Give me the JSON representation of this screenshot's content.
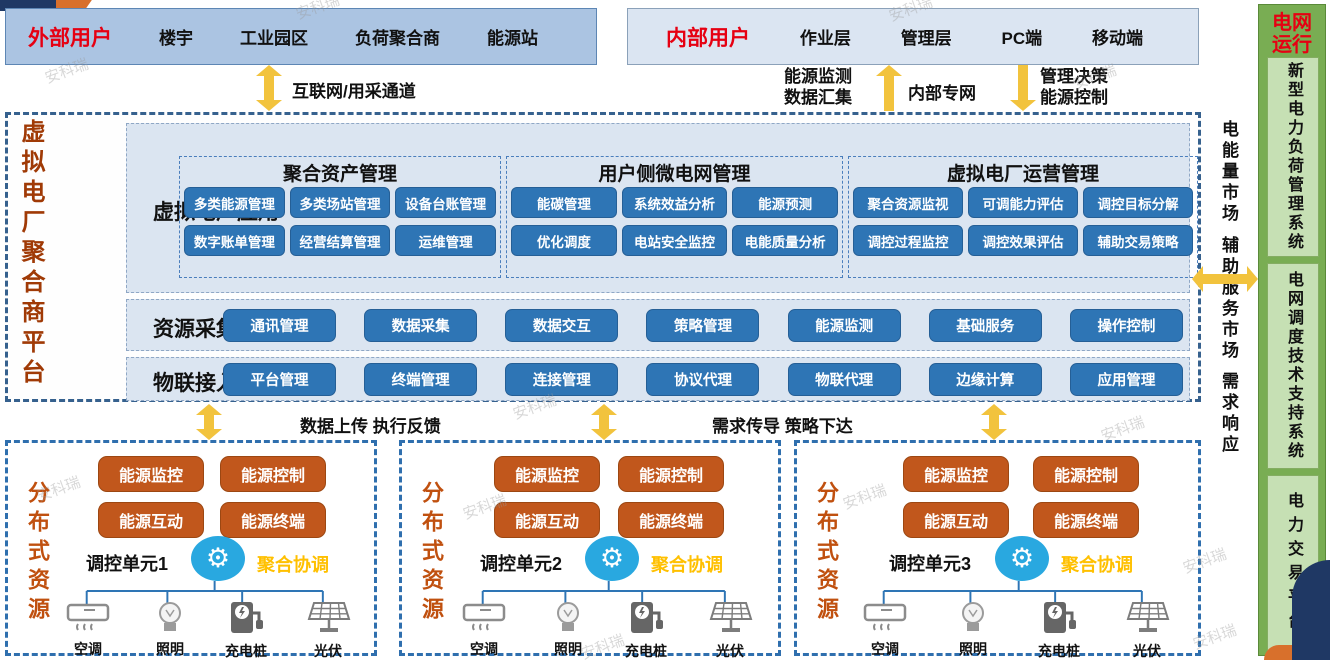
{
  "watermark": {
    "text": "安科瑞"
  },
  "top": {
    "external": {
      "title": "外部用户",
      "items": [
        "楼宇",
        "工业园区",
        "负荷聚合商",
        "能源站"
      ]
    },
    "internal": {
      "title": "内部用户",
      "items": [
        "作业层",
        "管理层",
        "PC端",
        "移动端"
      ]
    }
  },
  "links": {
    "internet_channel": "互联网/用采通道",
    "monitor_lines": [
      "能源监测",
      "数据汇集"
    ],
    "intranet": "内部专网",
    "decision_lines": [
      "管理决策",
      "能源控制"
    ],
    "upload_feedback": "数据上传 执行反馈",
    "demand_strategy": "需求传导 策略下达"
  },
  "platform": {
    "title": "虚拟电厂聚合商平台",
    "app_layer": {
      "label": "虚拟电厂应用",
      "groups": [
        {
          "title": "聚合资产管理",
          "buttons": [
            "多类能源管理",
            "多类场站管理",
            "设备台账管理",
            "数字账单管理",
            "经营结算管理",
            "运维管理"
          ]
        },
        {
          "title": "用户侧微电网管理",
          "buttons": [
            "能碳管理",
            "系统效益分析",
            "能源预测",
            "优化调度",
            "电站安全监控",
            "电能质量分析"
          ]
        },
        {
          "title": "虚拟电厂运营管理",
          "buttons": [
            "聚合资源监视",
            "可调能力评估",
            "调控目标分解",
            "调控过程监控",
            "调控效果评估",
            "辅助交易策略"
          ]
        }
      ]
    },
    "collect_layer": {
      "label": "资源采集监测",
      "buttons": [
        "通讯管理",
        "数据采集",
        "数据交互",
        "策略管理",
        "能源监测",
        "基础服务",
        "操作控制"
      ]
    },
    "iot_layer": {
      "label": "物联接入体系",
      "buttons": [
        "平台管理",
        "终端管理",
        "连接管理",
        "协议代理",
        "物联代理",
        "边缘计算",
        "应用管理"
      ]
    }
  },
  "markets": [
    "电能量市场",
    "辅助服务市场",
    "需求响应"
  ],
  "grid_ops": {
    "title_lines": [
      "电网",
      "运行"
    ],
    "systems": [
      "新型电力负荷管理系统",
      "电网调度技术支持系统",
      "电力交易平台"
    ]
  },
  "units": [
    {
      "side_label": "分布式资源",
      "buttons": [
        "能源监控",
        "能源控制",
        "能源互动",
        "能源终端"
      ],
      "unit_label": "调控单元1",
      "coordination": "聚合协调",
      "devices": [
        "空调",
        "照明",
        "充电桩",
        "光伏"
      ]
    },
    {
      "side_label": "分布式资源",
      "buttons": [
        "能源监控",
        "能源控制",
        "能源互动",
        "能源终端"
      ],
      "unit_label": "调控单元2",
      "coordination": "聚合协调",
      "devices": [
        "空调",
        "照明",
        "充电桩",
        "光伏"
      ]
    },
    {
      "side_label": "分布式资源",
      "buttons": [
        "能源监控",
        "能源控制",
        "能源互动",
        "能源终端"
      ],
      "unit_label": "调控单元3",
      "coordination": "聚合协调",
      "devices": [
        "空调",
        "照明",
        "充电桩",
        "光伏"
      ]
    }
  ],
  "colors": {
    "primary_blue": "#2e75b5",
    "panel_blue": "#dbe5f1",
    "external_box_blue": "#abc4e2",
    "internal_box_blue": "#dbe5f2",
    "orange_button": "#c1571c",
    "arrow_yellow": "#f2c33d",
    "coordination_yellow": "#ffc000",
    "green_column": "#79ad53",
    "light_green": "#c6e0b4",
    "red_title": "#e60012",
    "platform_title_brown": "#a03a06",
    "navy_corner": "#1f3864",
    "gear_blue": "#29a8e0"
  }
}
